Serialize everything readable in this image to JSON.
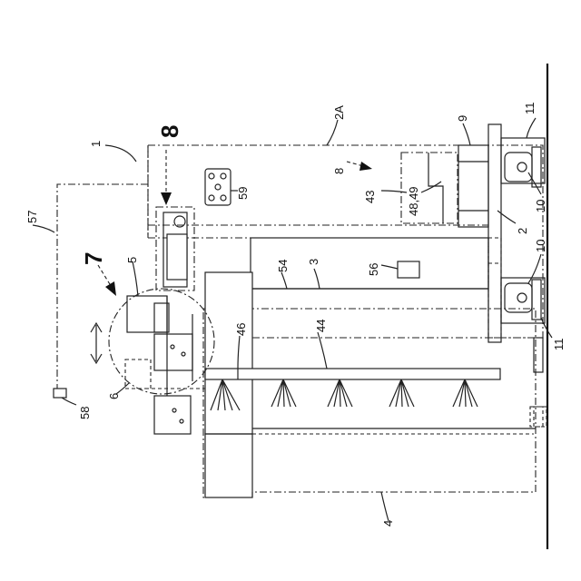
{
  "labels": {
    "l1": "1",
    "l2": "2",
    "l2A": "2A",
    "l3": "3",
    "l4": "4",
    "l5": "5",
    "l6": "6",
    "l7": "7",
    "l8_big": "8",
    "l8_small": "8",
    "l9": "9",
    "l10_top": "10",
    "l10_bottom": "10",
    "l11_top": "11",
    "l11_bottom": "11",
    "l43": "43",
    "l44": "44",
    "l46": "46",
    "l4849": "48,49",
    "l54": "54",
    "l56": "56",
    "l57": "57",
    "l58": "58",
    "l59": "59"
  }
}
